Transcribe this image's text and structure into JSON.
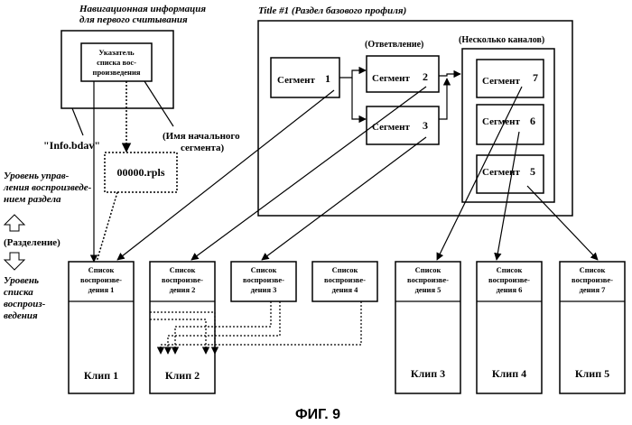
{
  "figure_caption": "ФИГ. 9",
  "nav_info_label": [
    "Навигационная информация",
    "для первого считывания"
  ],
  "playlist_pointer_text": [
    "Указатель",
    "списка вос-",
    "произведения"
  ],
  "info_file": "\"Info.bdav\"",
  "start_segment_label": [
    "(Имя начального",
    "сегмента)"
  ],
  "rpls_file": "00000.rpls",
  "title_label": "Title #1 (Раздел базового профиля)",
  "branch_label": "(Ответвление)",
  "multichannel_label": "(Несколько каналов)",
  "segments": [
    {
      "label": "Сегмент",
      "number": "1"
    },
    {
      "label": "Сегмент",
      "number": "2"
    },
    {
      "label": "Сегмент",
      "number": "3"
    },
    {
      "label": "Сегмент",
      "number": "7"
    },
    {
      "label": "Сегмент",
      "number": "6"
    },
    {
      "label": "Сегмент",
      "number": "5"
    }
  ],
  "level_title": [
    "Уровень управ-",
    "ления воспроизведе-",
    "нием раздела"
  ],
  "separation_label": "(Разделение)",
  "level_playlist": [
    "Уровень",
    "списка",
    "воспроиз-",
    "ведения"
  ],
  "playlists": [
    [
      "Список",
      "воспроизве-",
      "дения 1"
    ],
    [
      "Список",
      "воспроизве-",
      "дения 2"
    ],
    [
      "Список",
      "воспроизве-",
      "дения 3"
    ],
    [
      "Список",
      "воспроизве-",
      "дения 4"
    ],
    [
      "Список",
      "воспроизве-",
      "дения 5"
    ],
    [
      "Список",
      "воспроизве-",
      "дения 6"
    ],
    [
      "Список",
      "воспроизве-",
      "дения 7"
    ]
  ],
  "clips": [
    "Клип 1",
    "Клип 2",
    "Клип 3",
    "Клип 4",
    "Клип 5"
  ]
}
